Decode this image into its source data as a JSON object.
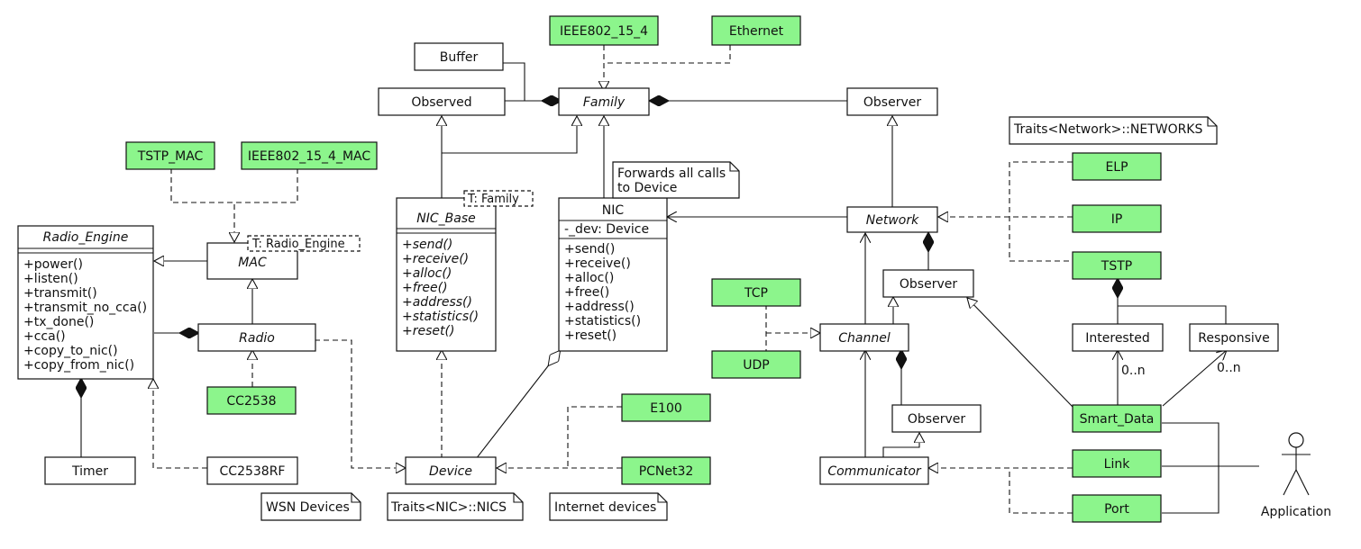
{
  "classes": {
    "buffer": "Buffer",
    "ieee802_15_4": "IEEE802_15_4",
    "ethernet": "Ethernet",
    "observed": "Observed",
    "family": "Family",
    "observer_top": "Observer",
    "tstp_mac": "TSTP_MAC",
    "ieee802_15_4_mac": "IEEE802_15_4_MAC",
    "radio_engine": "Radio_Engine",
    "mac": "MAC",
    "radio": "Radio",
    "cc2538": "CC2538",
    "timer": "Timer",
    "cc2538rf": "CC2538RF",
    "nic_base": "NIC_Base",
    "nic": "NIC",
    "device": "Device",
    "e100": "E100",
    "pcnet32": "PCNet32",
    "tcp": "TCP",
    "udp": "UDP",
    "network": "Network",
    "observer_mid": "Observer",
    "channel": "Channel",
    "observer_low": "Observer",
    "communicator": "Communicator",
    "elp": "ELP",
    "ip": "IP",
    "tstp": "TSTP",
    "interested": "Interested",
    "responsive": "Responsive",
    "smart_data": "Smart_Data",
    "link": "Link",
    "port": "Port"
  },
  "methods": {
    "radio_engine": [
      "+power()",
      "+listen()",
      "+transmit()",
      "+transmit_no_cca()",
      "+tx_done()",
      "+cca()",
      "+copy_to_nic()",
      "+copy_from_nic()"
    ],
    "nic_base": [
      "+send()",
      "+receive()",
      "+alloc()",
      "+free()",
      "+address()",
      "+statistics()",
      "+reset()"
    ],
    "nic": [
      "+send()",
      "+receive()",
      "+alloc()",
      "+free()",
      "+address()",
      "+statistics()",
      "+reset()"
    ]
  },
  "attributes": {
    "nic": "-_dev: Device"
  },
  "templates": {
    "mac": "T: Radio_Engine",
    "nic_base": "T: Family"
  },
  "notes": {
    "networks": "Traits<Network>::NETWORKS",
    "forwards_line1": "Forwards all calls",
    "forwards_line2": "to Device",
    "wsn": "WSN Devices",
    "nics": "Traits<NIC>::NICS",
    "internet": "Internet devices"
  },
  "multiplicity": {
    "interested": "0..n",
    "responsive": "0..n"
  },
  "actor": {
    "application": "Application"
  },
  "colors": {
    "highlight": "#8cf58c",
    "line": "#111111"
  }
}
